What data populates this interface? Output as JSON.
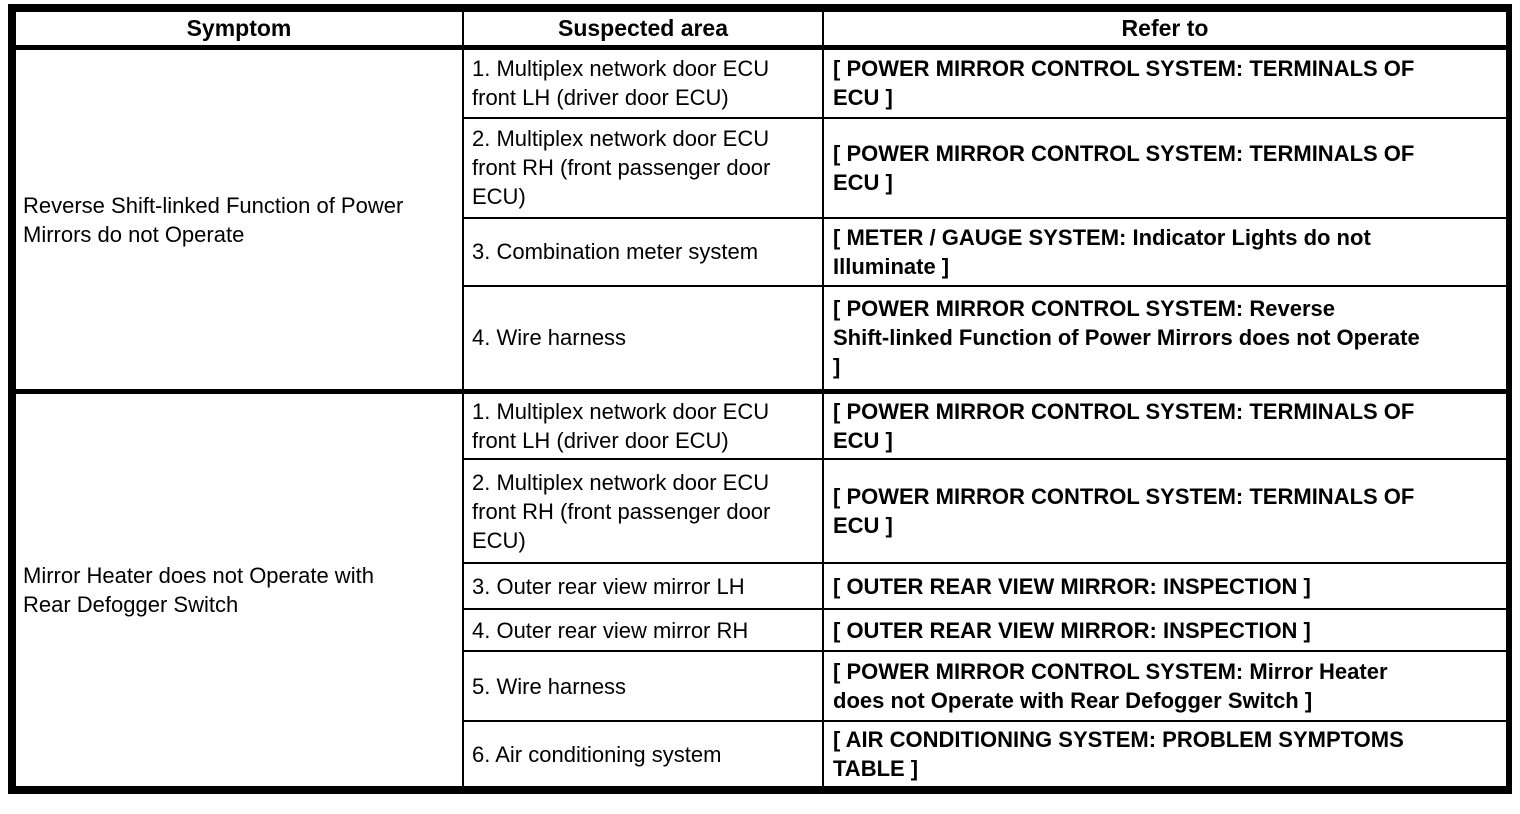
{
  "table": {
    "headers": [
      "Symptom",
      "Suspected area",
      "Refer to"
    ],
    "groups": [
      {
        "symptom": "Reverse Shift-linked Function of Power\nMirrors do not Operate",
        "rows": [
          {
            "area": "1. Multiplex network door ECU\nfront LH (driver door ECU)",
            "refer": "[ POWER MIRROR CONTROL SYSTEM: TERMINALS OF\nECU ]"
          },
          {
            "area": "2. Multiplex network door ECU\nfront RH (front passenger door\nECU)",
            "refer": "[ POWER MIRROR CONTROL SYSTEM: TERMINALS OF\nECU ]"
          },
          {
            "area": "3. Combination meter system",
            "refer": "[ METER / GAUGE SYSTEM: Indicator Lights do not\nIlluminate ]"
          },
          {
            "area": "4. Wire harness",
            "refer": "[ POWER MIRROR CONTROL SYSTEM: Reverse\nShift-linked Function of Power Mirrors does not Operate\n]"
          }
        ]
      },
      {
        "symptom": "Mirror Heater does not Operate with\nRear Defogger Switch",
        "rows": [
          {
            "area": "1. Multiplex network door ECU\nfront LH (driver door ECU)",
            "refer": "[ POWER MIRROR CONTROL SYSTEM: TERMINALS OF\nECU ]"
          },
          {
            "area": "2. Multiplex network door ECU\nfront RH (front passenger door\nECU)",
            "refer": "[ POWER MIRROR CONTROL SYSTEM: TERMINALS OF\nECU ]"
          },
          {
            "area": "3. Outer rear view mirror LH",
            "refer": "[ OUTER REAR VIEW MIRROR: INSPECTION ]"
          },
          {
            "area": "4. Outer rear view mirror RH",
            "refer": "[ OUTER REAR VIEW MIRROR: INSPECTION ]"
          },
          {
            "area": "5. Wire harness",
            "refer": "[ POWER MIRROR CONTROL SYSTEM: Mirror Heater\ndoes not Operate with Rear Defogger Switch ]"
          },
          {
            "area": "6. Air conditioning system",
            "refer": "[ AIR CONDITIONING SYSTEM: PROBLEM SYMPTOMS\nTABLE ]"
          }
        ]
      }
    ],
    "colors": {
      "border": "#000000",
      "text": "#000000",
      "background": "#ffffff"
    }
  }
}
